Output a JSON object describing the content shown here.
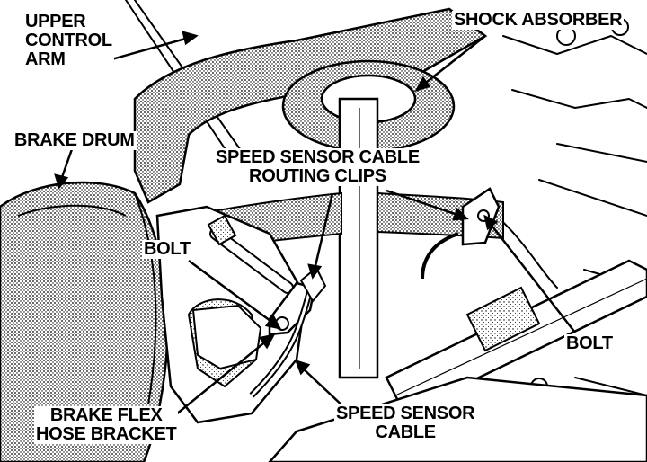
{
  "labels": {
    "upper_control_arm": [
      "UPPER",
      "CONTROL",
      "ARM"
    ],
    "shock_absorber": "SHOCK ABSORBER",
    "brake_drum": "BRAKE DRUM",
    "routing_clips": [
      "SPEED SENSOR CABLE",
      "ROUTING CLIPS"
    ],
    "bolt_left": "BOLT",
    "bolt_right": "BOLT",
    "brake_flex_bracket": [
      "BRAKE FLEX",
      "HOSE BRACKET"
    ],
    "speed_sensor_cable": [
      "SPEED SENSOR",
      "CABLE"
    ]
  },
  "colors": {
    "ink": "#000000",
    "paper": "#ffffff",
    "stipple": "#6e6e6e"
  }
}
